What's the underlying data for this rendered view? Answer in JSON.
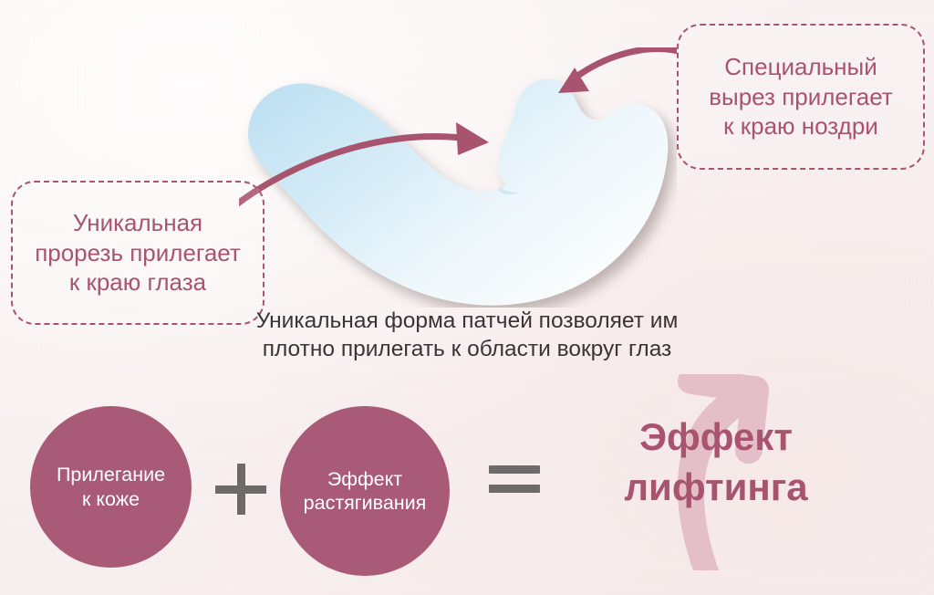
{
  "palette": {
    "background": "#f8f1f0",
    "accent_pink": "#a9546f",
    "bubble_fill": "#a85a77",
    "patch_blue": "#c5e4f3",
    "patch_white": "#fdfdfd",
    "operator_gray": "#6e6a69",
    "caption_text": "#3b3432",
    "arrow_ghost": "#e4bfc9"
  },
  "callouts": {
    "nostril": {
      "lines": [
        "Специальный",
        "вырез прилегает",
        "к краю ноздри"
      ]
    },
    "eye": {
      "lines": [
        "Уникальная",
        "прорезь прилегает",
        "к краю глаза"
      ]
    }
  },
  "caption": {
    "lines": [
      "Уникальная форма патчей позволяет им",
      "плотно прилегать к области вокруг глаз"
    ]
  },
  "formula": {
    "adhesion": {
      "lines": [
        "Прилегание",
        "к коже"
      ]
    },
    "stretch": {
      "lines": [
        "Эффект",
        "растягивания"
      ]
    },
    "plus_symbol": "+",
    "equals_symbol": "=",
    "result": {
      "lines": [
        "Эффект",
        "лифтинга"
      ]
    }
  }
}
